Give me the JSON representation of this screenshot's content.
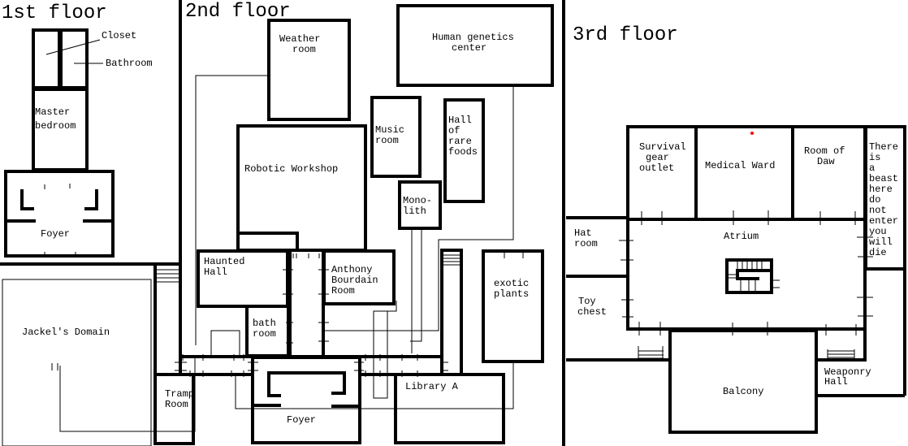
{
  "floors": {
    "first": {
      "title": "1st floor",
      "rooms": {
        "closet": "Closet",
        "bathroom": "Bathroom",
        "master_bedroom": [
          "Master",
          "bedroom"
        ],
        "foyer": "Foyer",
        "jackels_domain": "Jackel's Domain",
        "tramp_room": [
          "Tramp",
          "Room"
        ]
      }
    },
    "second": {
      "title": "2nd floor",
      "rooms": {
        "weather_room": [
          "Weather",
          "room"
        ],
        "human_genetics": [
          "Human genetics",
          "center"
        ],
        "music_room": [
          "Music",
          "room"
        ],
        "hall_of_rare_foods": [
          "Hall",
          "of",
          "rare",
          "foods"
        ],
        "robotic_workshop": "Robotic Workshop",
        "monolith": [
          "Mono-",
          "lith"
        ],
        "haunted_hall": [
          "Haunted",
          "Hall"
        ],
        "anthony_bourdain": [
          "Anthony",
          "Bourdain",
          "Room"
        ],
        "exotic_plants": [
          "exotic",
          "plants"
        ],
        "bath_room": [
          "bath",
          "room"
        ],
        "library_a": "Library A",
        "foyer": "Foyer"
      }
    },
    "third": {
      "title": "3rd floor",
      "rooms": {
        "survival_gear": [
          "Survival",
          "gear",
          "outlet"
        ],
        "medical_ward": "Medical Ward",
        "room_of_daw": [
          "Room of",
          "Daw"
        ],
        "beast": [
          "There",
          "is",
          "a",
          "beast",
          "here",
          "do",
          "not",
          "enter",
          "you",
          "will",
          "die"
        ],
        "hat_room": [
          "Hat",
          "room"
        ],
        "atrium": "Atrium",
        "toy_chest": [
          "Toy",
          "chest"
        ],
        "balcony": "Balcony",
        "weaponry_hall": [
          "Weaponry",
          "Hall"
        ]
      }
    }
  },
  "colors": {
    "wall": "#000000",
    "marker": "#ff0000",
    "background": "#ffffff"
  }
}
